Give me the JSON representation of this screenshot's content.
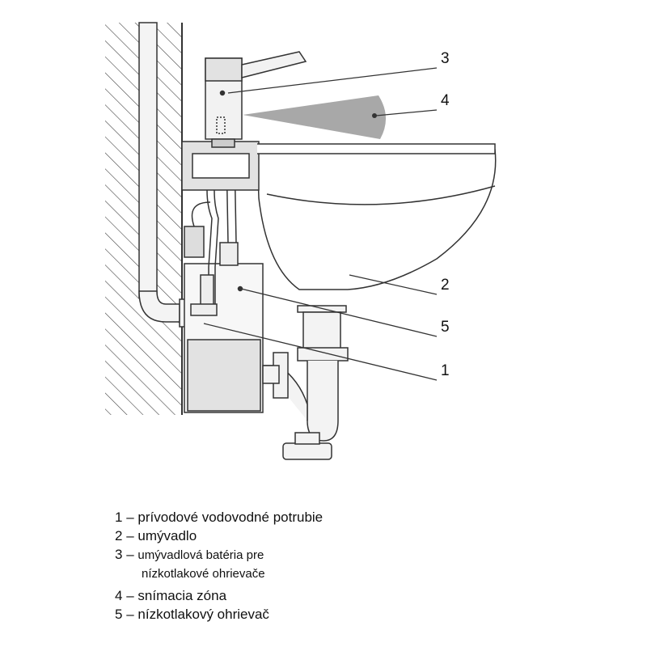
{
  "callouts": [
    "1",
    "2",
    "3",
    "4",
    "5"
  ],
  "legend": [
    {
      "num": "1",
      "text": "prívodové vodovodné potrubie"
    },
    {
      "num": "2",
      "text": "umývadlo"
    },
    {
      "num": "3",
      "text": "umývadlová batéria pre",
      "text2": "nízkotlakové ohrievače"
    },
    {
      "num": "4",
      "text": "snímacia zóna"
    },
    {
      "num": "5",
      "text": "nízkotlakový ohrievač"
    }
  ],
  "separator": "–",
  "colors": {
    "sensor_zone": "#a8a8a8",
    "line": "#333333",
    "fill": "#e2e2e2"
  }
}
